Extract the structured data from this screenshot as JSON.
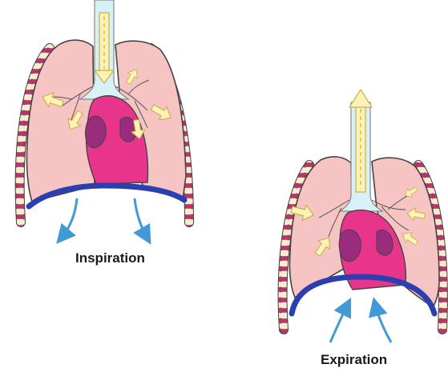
{
  "diagram": {
    "panels": [
      {
        "id": "inspiration",
        "caption": "Inspiration",
        "airflow": "in",
        "diaphragm_motion": "down"
      },
      {
        "id": "expiration",
        "caption": "Expiration",
        "airflow": "out",
        "diaphragm_motion": "up"
      }
    ],
    "colors": {
      "lung": "#f7c4c4",
      "lung_outline": "#444444",
      "trachea": "#d8f1f6",
      "heart": "#e8348a",
      "heart_dark": "#9a2c7e",
      "diaphragm": "#2b3fb0",
      "rib_fill": "#fbecd0",
      "rib_band": "#c0306a",
      "air_arrow": "#fbf2b8",
      "air_arrow_outline": "#c8b04a",
      "motion_arrow": "#3f9ad6"
    }
  }
}
